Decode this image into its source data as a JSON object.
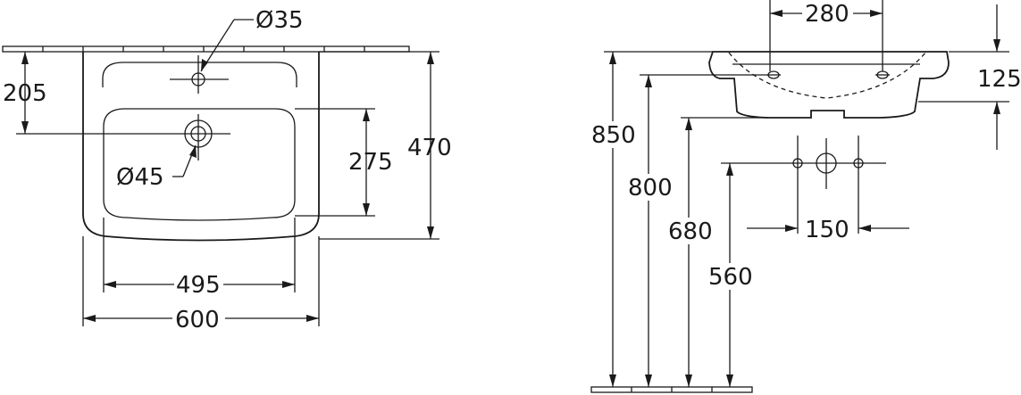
{
  "top_view": {
    "dim_hole_diameter": "Ø35",
    "dim_drain_diameter": "Ø45",
    "dim_hole_to_drain": "205",
    "dim_bowl_depth": "275",
    "dim_overall_depth": "470",
    "dim_bowl_width": "495",
    "dim_overall_width": "600"
  },
  "side_view": {
    "dim_hole_spacing": "280",
    "dim_rim_height_offset": "125",
    "dim_total_height": "850",
    "dim_hole_height": "800",
    "dim_bottom_height": "680",
    "dim_drain_height": "560",
    "dim_drain_spacing": "150"
  }
}
